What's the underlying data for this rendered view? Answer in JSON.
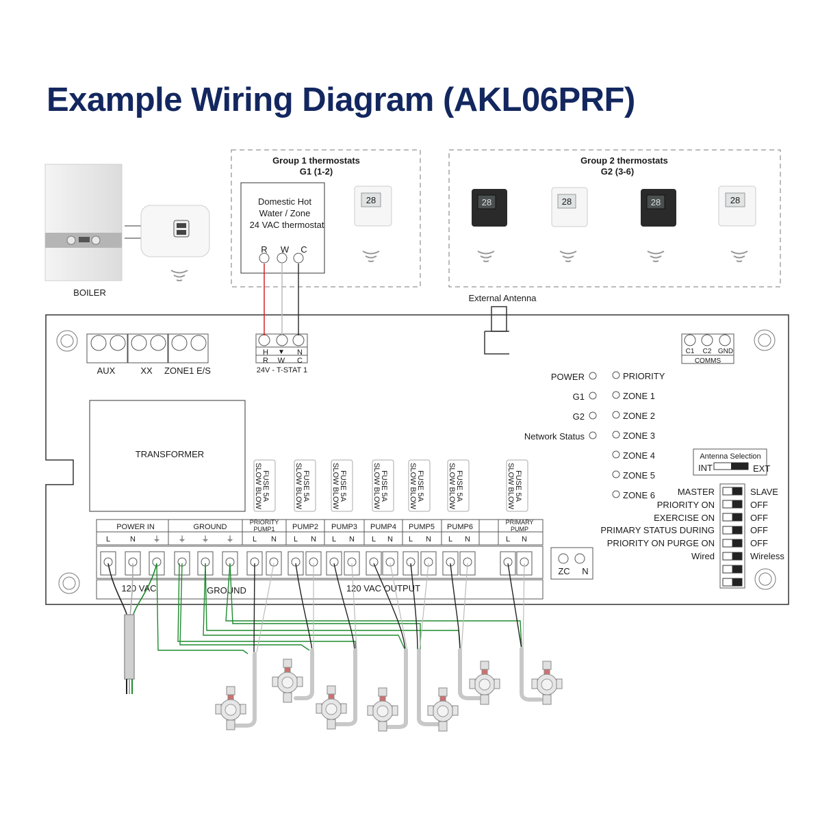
{
  "title": "Example Wiring Diagram (AKL06PRF)",
  "boiler": {
    "label": "BOILER"
  },
  "group1": {
    "title": "Group 1 thermostats",
    "subtitle": "G1 (1-2)",
    "dhw_box": [
      "Domestic Hot",
      "Water / Zone",
      "24 VAC thermostat"
    ],
    "terminals": [
      "R",
      "W",
      "C"
    ]
  },
  "group2": {
    "title": "Group 2 thermostats",
    "subtitle": "G2 (3-6)"
  },
  "antenna": {
    "label": "External Antenna"
  },
  "top_connectors": {
    "aux": "AUX",
    "xx": "XX",
    "zone1": "ZONE1 E/S"
  },
  "tstat": {
    "row1": [
      "H",
      "",
      "N"
    ],
    "row2": [
      "R",
      "W",
      "C"
    ],
    "label": "24V - T-STAT 1"
  },
  "comms": {
    "pins": [
      "C1",
      "C2",
      "GND"
    ],
    "label": "COMMS"
  },
  "transformer": {
    "label": "TRANSFORMER"
  },
  "leds_left": [
    "POWER",
    "G1",
    "G2",
    "Network Status"
  ],
  "leds_right": [
    "PRIORITY",
    "ZONE 1",
    "ZONE 2",
    "ZONE 3",
    "ZONE 4",
    "ZONE 5",
    "ZONE 6"
  ],
  "antenna_selection": {
    "title": "Antenna Selection",
    "int": "INT",
    "ext": "EXT"
  },
  "dip_left": [
    "MASTER",
    "PRIORITY  ON",
    "EXERCISE  ON",
    "PRIMARY STATUS DURING",
    "PRIORITY  ON PURGE  ON",
    "Wired"
  ],
  "dip_right": [
    "SLAVE",
    "OFF",
    "OFF",
    "OFF",
    "OFF",
    "Wireless"
  ],
  "fuse": {
    "line1": "FUSE 5A",
    "line2": "SLOW BLOW"
  },
  "terminals": {
    "power_in": "POWER IN",
    "ground": "GROUND",
    "priority_pump1": [
      "PRIORITY",
      "PUMP1"
    ],
    "pumps": [
      "PUMP2",
      "PUMP3",
      "PUMP4",
      "PUMP5",
      "PUMP6"
    ],
    "primary_pump": [
      "PRIMARY",
      "PUMP"
    ],
    "ln": [
      "L",
      "N"
    ],
    "power_sub": [
      "L",
      "N",
      "⏚"
    ],
    "ground_sub": [
      "⏚",
      "⏚",
      "⏚"
    ]
  },
  "bottom": {
    "vac120": "120 VAC",
    "ground": "GROUND",
    "output": "120 VAC OUTPUT"
  },
  "zcn": [
    "ZC",
    "N"
  ],
  "colors": {
    "title": "#13275f",
    "line": "#333333",
    "wire_green": "#1e8a2e",
    "wire_red": "#d42020"
  }
}
